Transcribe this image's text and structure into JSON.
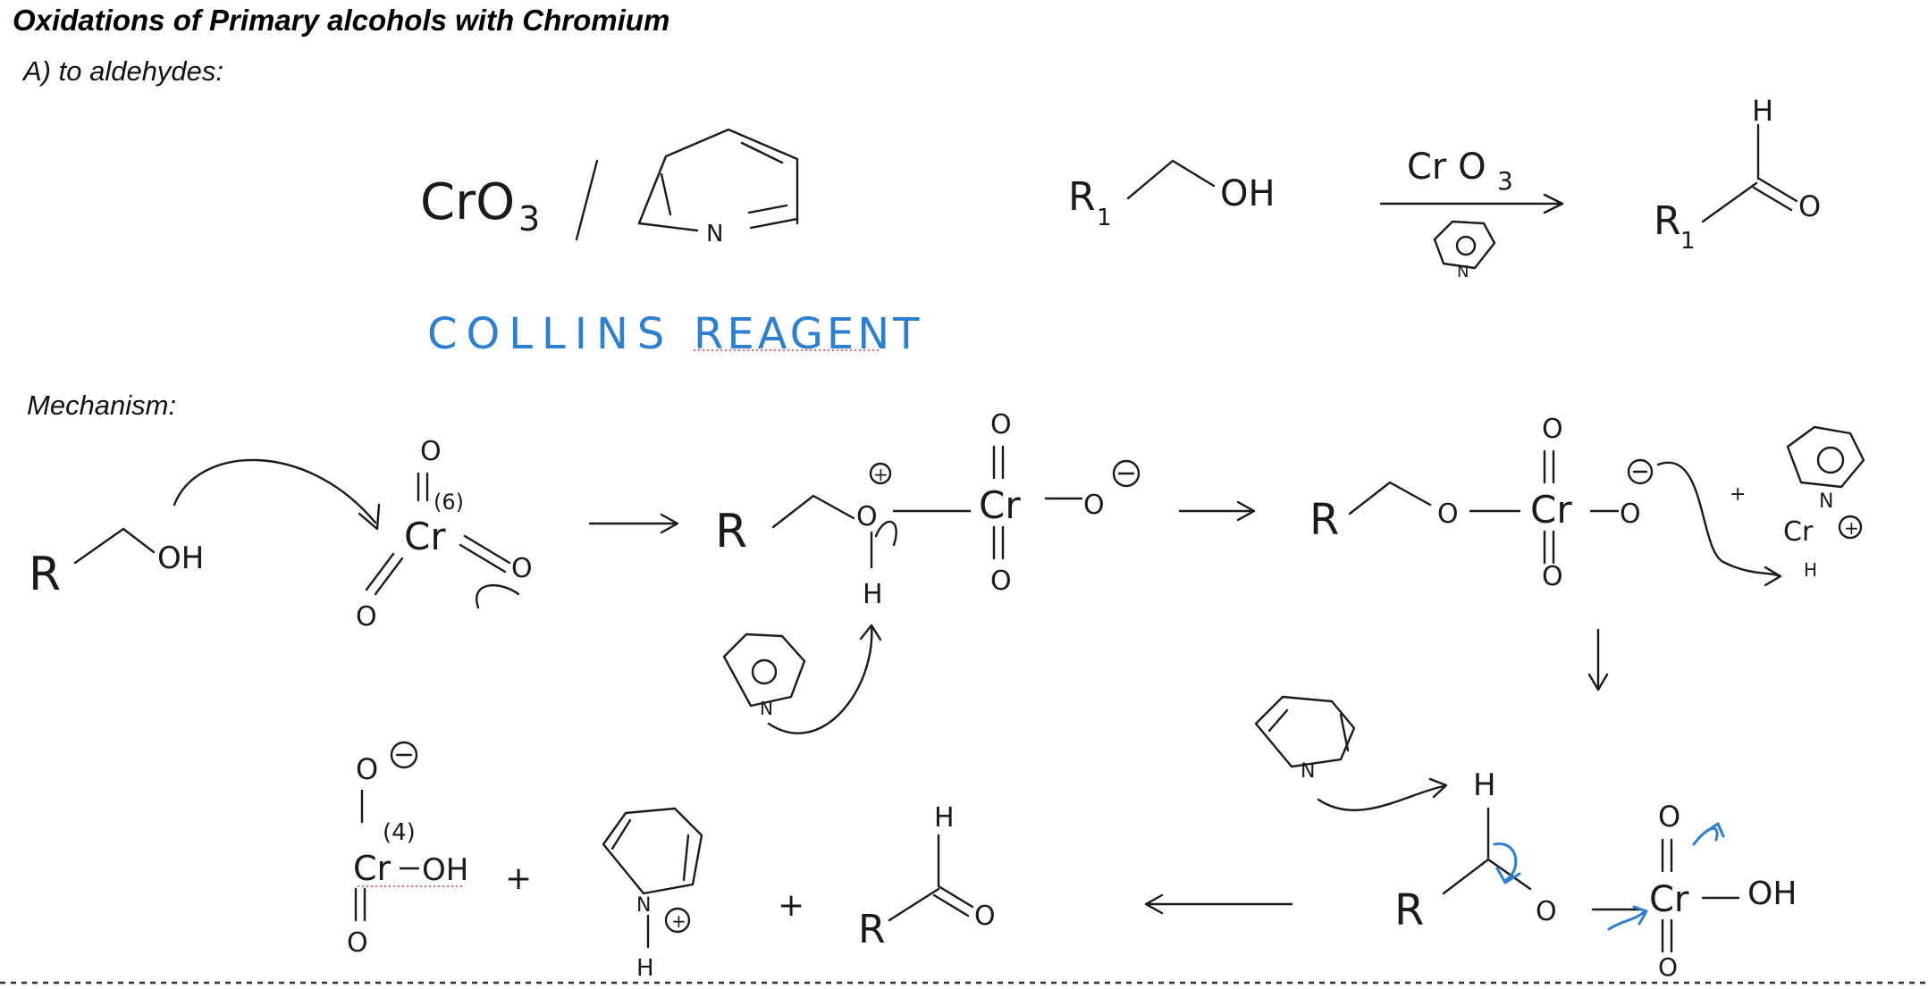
{
  "title": "Oxidations of Primary alcohols with Chromium",
  "section_a": "A) to aldehydes:",
  "section_mechanism": "Mechanism:",
  "handwriting": {
    "cro3_slash": "CrO",
    "subscript_3": "3",
    "collins": "COLLINS",
    "reagent": "REAGENT",
    "r1": "R",
    "sub1": "1",
    "oh": "OH",
    "cro3_arrow": "Cr O",
    "n": "N",
    "h": "H",
    "o": "O",
    "r": "R",
    "cr": "Cr",
    "plus_minus": "−",
    "plus": "+",
    "plus_charge": "+",
    "six": "(6)",
    "four": "(4)"
  }
}
